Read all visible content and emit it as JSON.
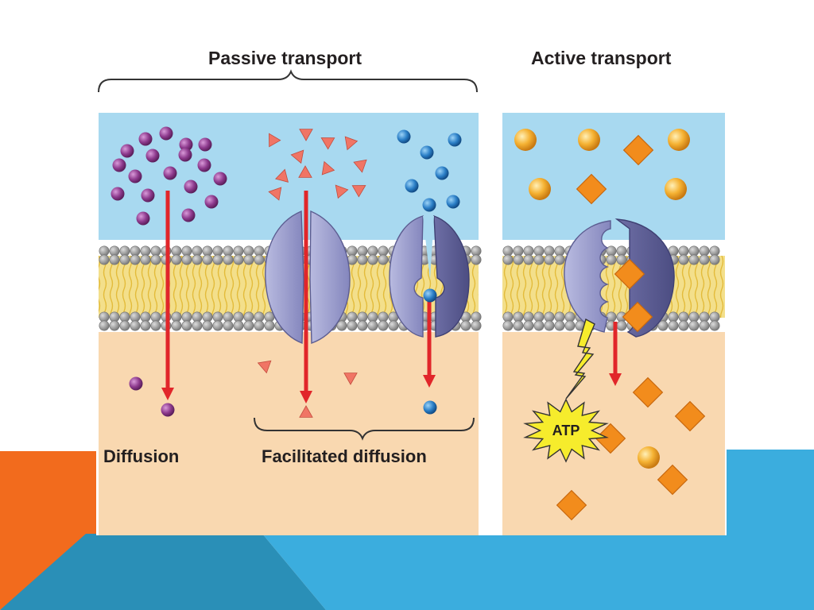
{
  "labels": {
    "passive_transport": "Passive transport",
    "active_transport": "Active transport",
    "diffusion": "Diffusion",
    "facilitated_diffusion": "Facilitated diffusion",
    "atp": "ATP"
  },
  "colors": {
    "slide_orange": "#f26b1d",
    "slide_blue": "#3badde",
    "slide_dark_blue": "#2a8fb7",
    "extracellular_fluid": "#a8d9f0",
    "cytoplasm": "#f9d8b0",
    "lipid_head": "#a5a5a5",
    "lipid_tail": "#e8c84a",
    "arrow_red": "#e1262a",
    "diffusion_molecule": "#8e3b8e",
    "facilitated_triangle": "#f07565",
    "facilitated_sphere": "#2b7fc7",
    "active_sphere": "#f5b233",
    "active_diamond": "#f28c1c",
    "protein_purple": "#9a9cc9",
    "atp_burst": "#f6ec2c"
  }
}
